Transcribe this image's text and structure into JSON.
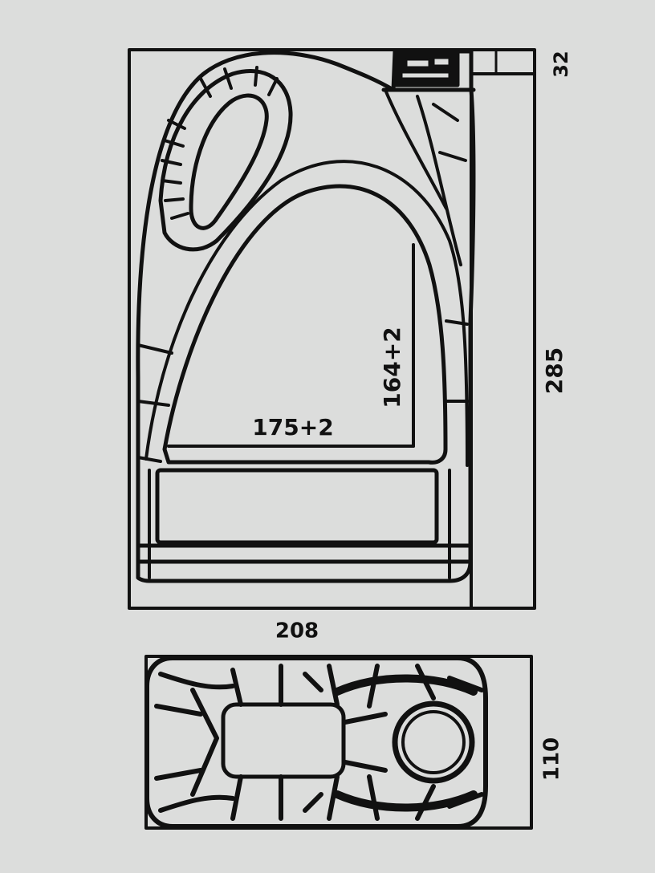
{
  "colors": {
    "background": "#dcdddc",
    "ink": "#111111"
  },
  "side_view": {
    "height_total": "285",
    "cap_height": "32",
    "width": "208",
    "label_width": "175+2",
    "label_height": "164+2"
  },
  "top_view": {
    "depth": "110"
  }
}
